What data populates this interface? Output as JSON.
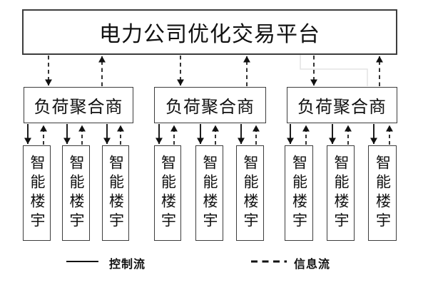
{
  "diagram": {
    "platform": {
      "label": "电力公司优化交易平台"
    },
    "aggregators": [
      {
        "label": "负荷聚合商"
      },
      {
        "label": "负荷聚合商"
      },
      {
        "label": "负荷聚合商"
      }
    ],
    "buildings": [
      {
        "label": "智能楼宇"
      },
      {
        "label": "智能楼宇"
      },
      {
        "label": "智能楼宇"
      },
      {
        "label": "智能楼宇"
      },
      {
        "label": "智能楼宇"
      },
      {
        "label": "智能楼宇"
      },
      {
        "label": "智能楼宇"
      },
      {
        "label": "智能楼宇"
      },
      {
        "label": "智能楼宇"
      }
    ],
    "legend": {
      "control_label": "控制流",
      "info_label": "信息流"
    },
    "colors": {
      "line": "#111111",
      "box_border": "#3d3d3d",
      "background": "#ffffff"
    }
  }
}
